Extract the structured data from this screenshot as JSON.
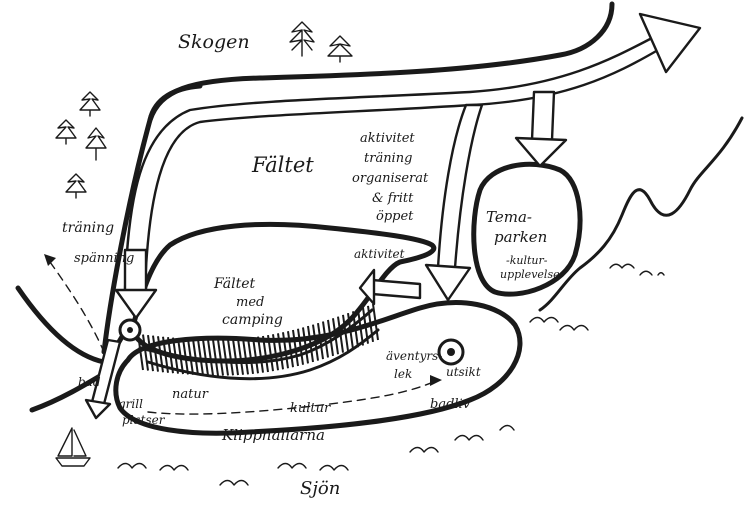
{
  "labels": {
    "skogen": "Skogen",
    "faltet": "Fältet",
    "aktivitet_top": [
      "aktivitet",
      "träning",
      "organiserat",
      "& fritt",
      "öppet"
    ],
    "traning": "träning",
    "spanning": "spänning",
    "faltet_camping": [
      "Fältet",
      "med",
      "camping"
    ],
    "aktivitet_mid": "aktivitet",
    "temaparken": [
      "Tema-",
      "parken"
    ],
    "kultur": [
      "-kultur-",
      "upplevelser"
    ],
    "aventyr": [
      "äventyrs-",
      "lek"
    ],
    "utsikt": "utsikt",
    "badliv": "badliv",
    "bad": "bad",
    "grill": [
      "grill",
      "platser"
    ],
    "natur": "natur",
    "kultur_lower": "kultur",
    "klipphallarna": "Klipphällarna",
    "sjon": "Sjön"
  },
  "colors": {
    "ink": "#1a1a1a",
    "paper": "#ffffff"
  },
  "icons": [
    "tree-icon",
    "sailboat-icon",
    "viewpoint-icon",
    "wave-icon"
  ]
}
